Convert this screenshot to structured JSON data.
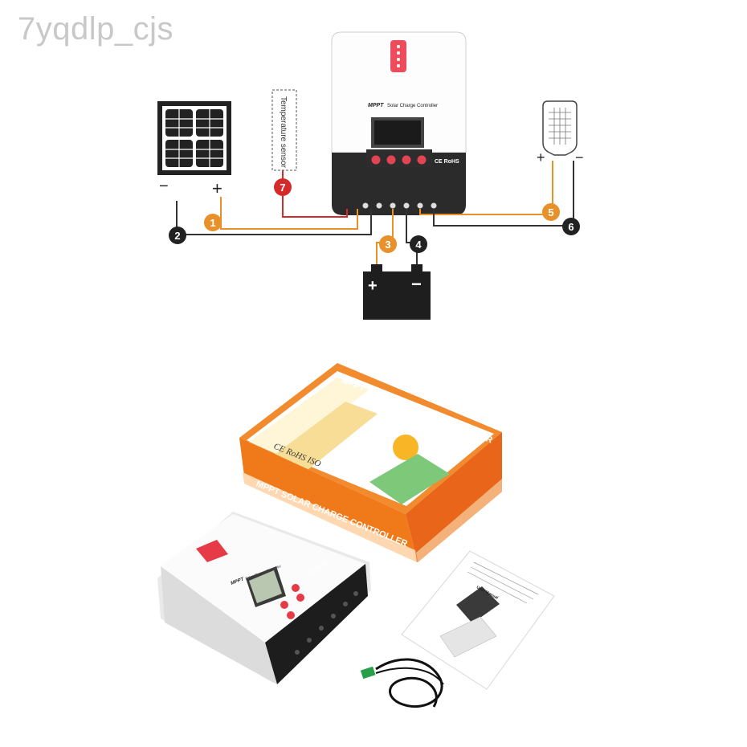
{
  "watermark": "7yqdlp_cjs",
  "diagram": {
    "controller_brand": "MPPT",
    "controller_title": "Solar Charge Controller",
    "marks": "CE RoHS",
    "sensor_label": "Temperature sensor",
    "panel_minus": "−",
    "panel_plus": "+",
    "load_plus": "+",
    "load_minus": "−",
    "battery_plus": "+",
    "battery_minus": "−",
    "connections": [
      {
        "num": "1",
        "color": "#e8902a"
      },
      {
        "num": "2",
        "color": "#222222"
      },
      {
        "num": "3",
        "color": "#e8902a"
      },
      {
        "num": "4",
        "color": "#222222"
      },
      {
        "num": "5",
        "color": "#e8902a"
      },
      {
        "num": "6",
        "color": "#222222"
      },
      {
        "num": "7",
        "color": "#d42a2a"
      }
    ]
  },
  "photo": {
    "box_lid_text": "MPPT SOLAR CHARGE CONTROLLER",
    "box_side_text": "MPPT SOLAR CHARGE CONTROLLER",
    "box_certs": "CE RoHS ISO",
    "device_brand": "MPPT",
    "device_subtitle": "Solar Charge Controller",
    "device_marks": "CE RoHS",
    "manual_title": "User Manual"
  },
  "colors": {
    "orange": "#f07a1a",
    "red": "#e63b46",
    "dark": "#1e1e1e"
  }
}
